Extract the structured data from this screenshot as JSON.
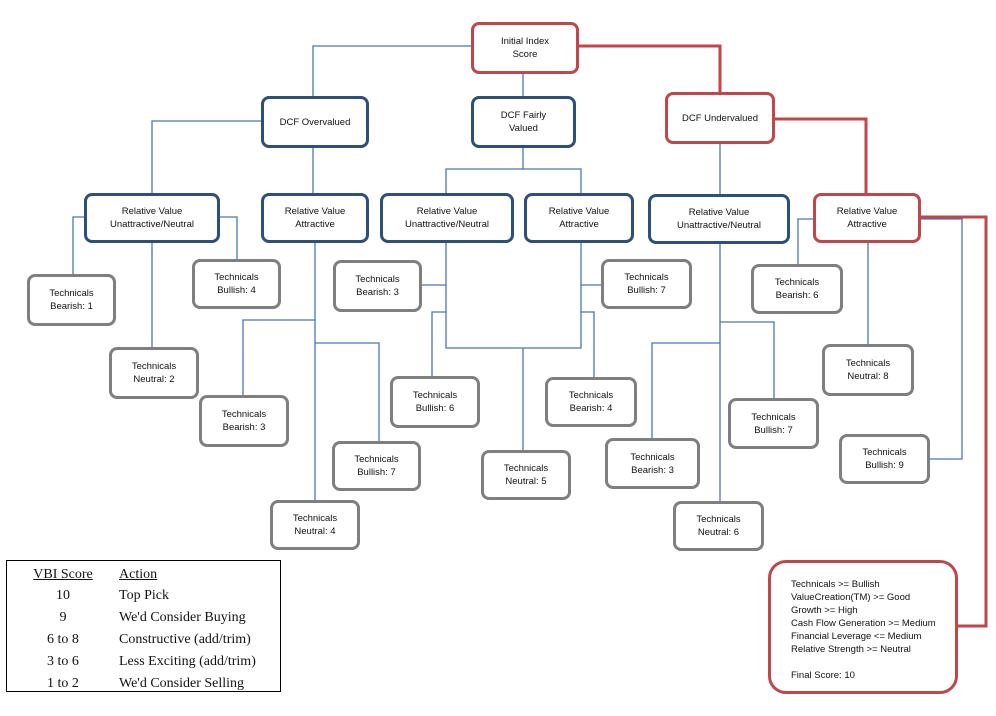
{
  "colors": {
    "blue": "#2c4f7c",
    "red": "#c0464a",
    "gray": "#7f7f7f",
    "line_blue": "#4a76b0"
  },
  "nodes": {
    "root": [
      "Initial Index",
      "Score"
    ],
    "dcf_over": [
      "DCF Overvalued"
    ],
    "dcf_fair": [
      "DCF Fairly",
      "Valued"
    ],
    "dcf_under": [
      "DCF Undervalued"
    ],
    "rv_a_un": [
      "Relative Value",
      "Unattractive/Neutral"
    ],
    "rv_a_at": [
      "Relative Value",
      "Attractive"
    ],
    "rv_b_un": [
      "Relative Value",
      "Unattractive/Neutral"
    ],
    "rv_b_at": [
      "Relative Value",
      "Attractive"
    ],
    "rv_c_un": [
      "Relative Value",
      "Unattractive/Neutral"
    ],
    "rv_c_at": [
      "Relative Value",
      "Attractive"
    ],
    "t_bearish_1": [
      "Technicals",
      "Bearish: 1"
    ],
    "t_bullish_4": [
      "Technicals",
      "Bullish: 4"
    ],
    "t_neutral_2": [
      "Technicals",
      "Neutral: 2"
    ],
    "t_bearish_3a": [
      "Technicals",
      "Bearish: 3"
    ],
    "t_bullish_7a": [
      "Technicals",
      "Bullish: 7"
    ],
    "t_neutral_4": [
      "Technicals",
      "Neutral: 4"
    ],
    "t_bearish_3b": [
      "Technicals",
      "Bearish: 3"
    ],
    "t_bullish_6": [
      "Technicals",
      "Bullish: 6"
    ],
    "t_neutral_5": [
      "Technicals",
      "Neutral: 5"
    ],
    "t_bullish_7b": [
      "Technicals",
      "Bullish: 7"
    ],
    "t_bearish_4": [
      "Technicals",
      "Bearish: 4"
    ],
    "t_bearish_3c": [
      "Technicals",
      "Bearish: 3"
    ],
    "t_neutral_6": [
      "Technicals",
      "Neutral: 6"
    ],
    "t_bullish_7c": [
      "Technicals",
      "Bullish: 7"
    ],
    "t_bearish_6": [
      "Technicals",
      "Bearish: 6"
    ],
    "t_neutral_8": [
      "Technicals",
      "Neutral: 8"
    ],
    "t_bullish_9": [
      "Technicals",
      "Bullish: 9"
    ]
  },
  "final_box": {
    "criteria": [
      "Technicals >= Bullish",
      "ValueCreation(TM) >= Good",
      "Growth >= High",
      "Cash Flow Generation >= Medium",
      "Financial Leverage <= Medium",
      "Relative Strength >= Neutral"
    ],
    "score": "Final Score: 10"
  },
  "legend": {
    "header": {
      "score": "VBI Score",
      "action": "Action"
    },
    "rows": [
      {
        "score": "10",
        "action": "Top Pick"
      },
      {
        "score": "9",
        "action": "We'd Consider Buying"
      },
      {
        "score": "6 to 8",
        "action": "Constructive (add/trim)"
      },
      {
        "score": "3 to 6",
        "action": "Less Exciting (add/trim)"
      },
      {
        "score": "1 to 2",
        "action": "We'd Consider Selling"
      }
    ]
  }
}
